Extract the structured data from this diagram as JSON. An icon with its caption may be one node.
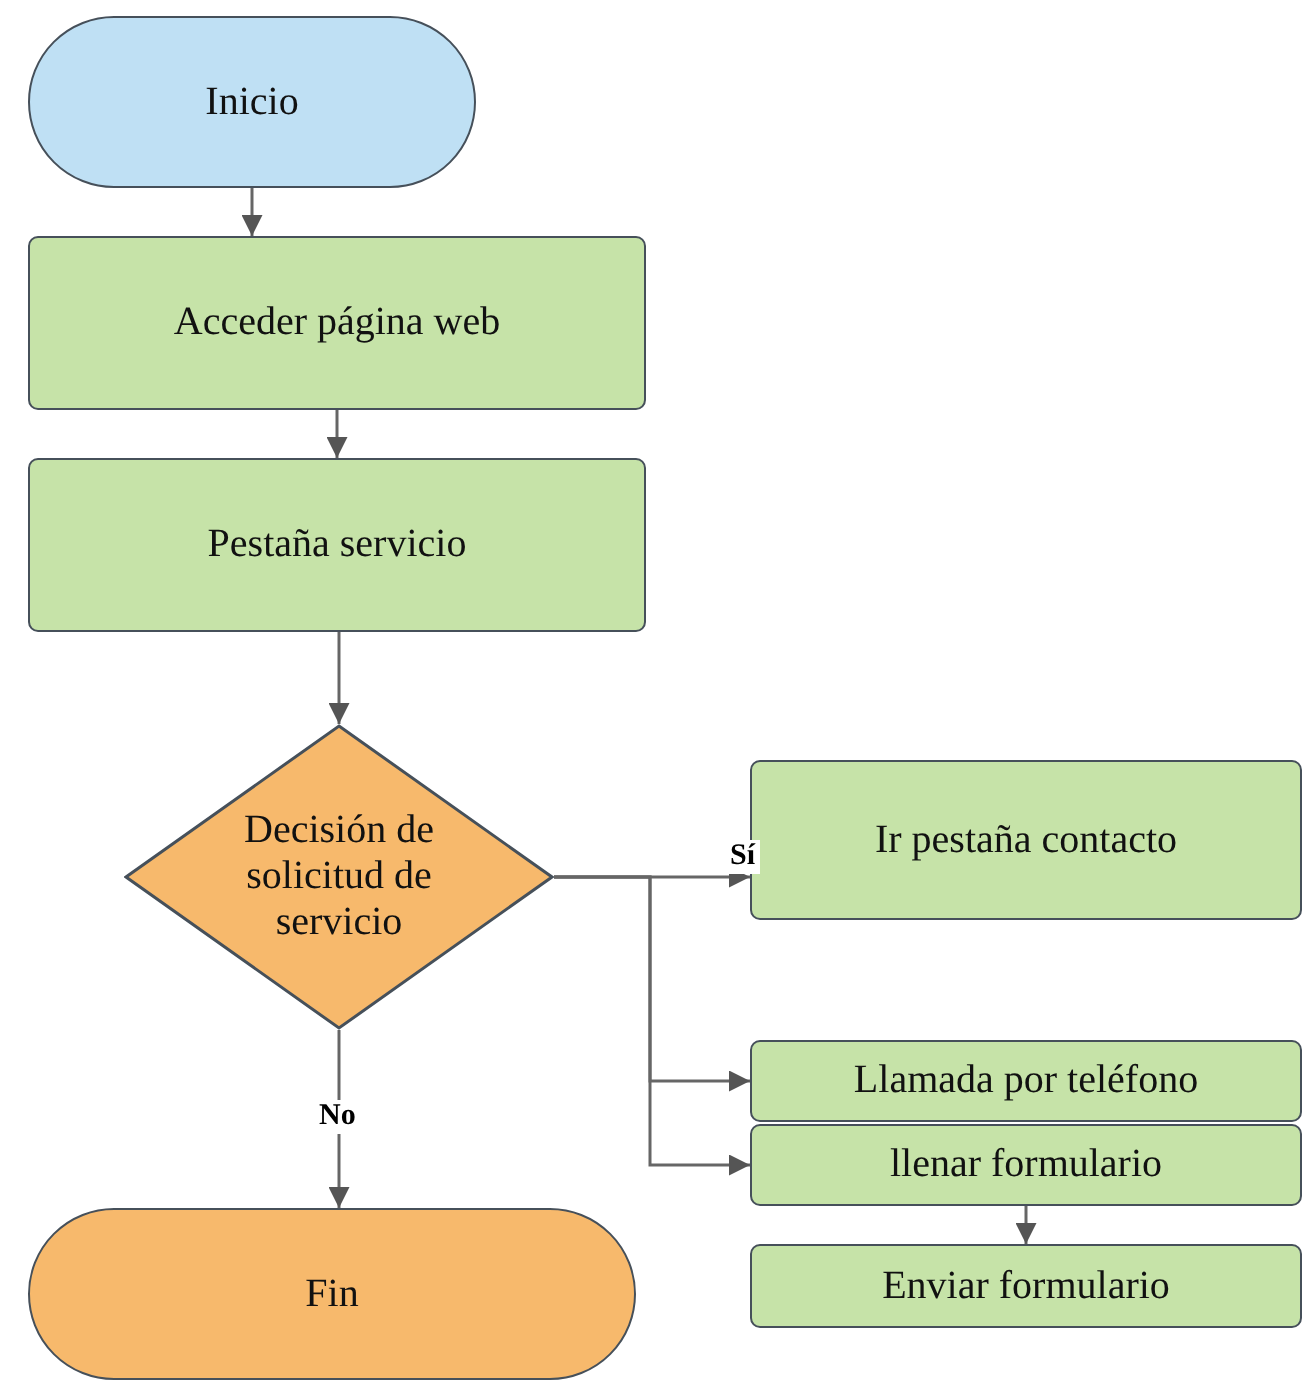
{
  "diagram": {
    "nodes": [
      {
        "text": [
          "Inicio"
        ]
      },
      {
        "text": [
          "Acceder página web"
        ]
      },
      {
        "text": [
          "Pestaña servicio"
        ]
      },
      {
        "text": [
          "Decisión de solicitud de servicio"
        ]
      },
      {
        "text": [
          "Ir pestaña contacto"
        ]
      },
      {
        "text": [
          "Llamada por teléfono"
        ]
      },
      {
        "text": [
          "llenar formulario"
        ]
      },
      {
        "text": [
          "Enviar formulario"
        ]
      },
      {
        "text": [
          "Fin"
        ]
      }
    ],
    "edges": [
      {
        "from": 0,
        "to": 1,
        "arrow": "to"
      },
      {
        "from": 1,
        "to": 2,
        "arrow": "to"
      },
      {
        "from": 2,
        "to": 3,
        "arrow": "to"
      },
      {
        "from": 3,
        "to": 4,
        "arrow": "to",
        "label": "Sí"
      },
      {
        "from": 3,
        "to": 5,
        "arrow": "to"
      },
      {
        "from": 3,
        "to": 6,
        "arrow": "to"
      },
      {
        "from": 6,
        "to": 7,
        "arrow": "to"
      },
      {
        "from": 3,
        "to": 8,
        "arrow": "to",
        "label": "No"
      }
    ]
  }
}
